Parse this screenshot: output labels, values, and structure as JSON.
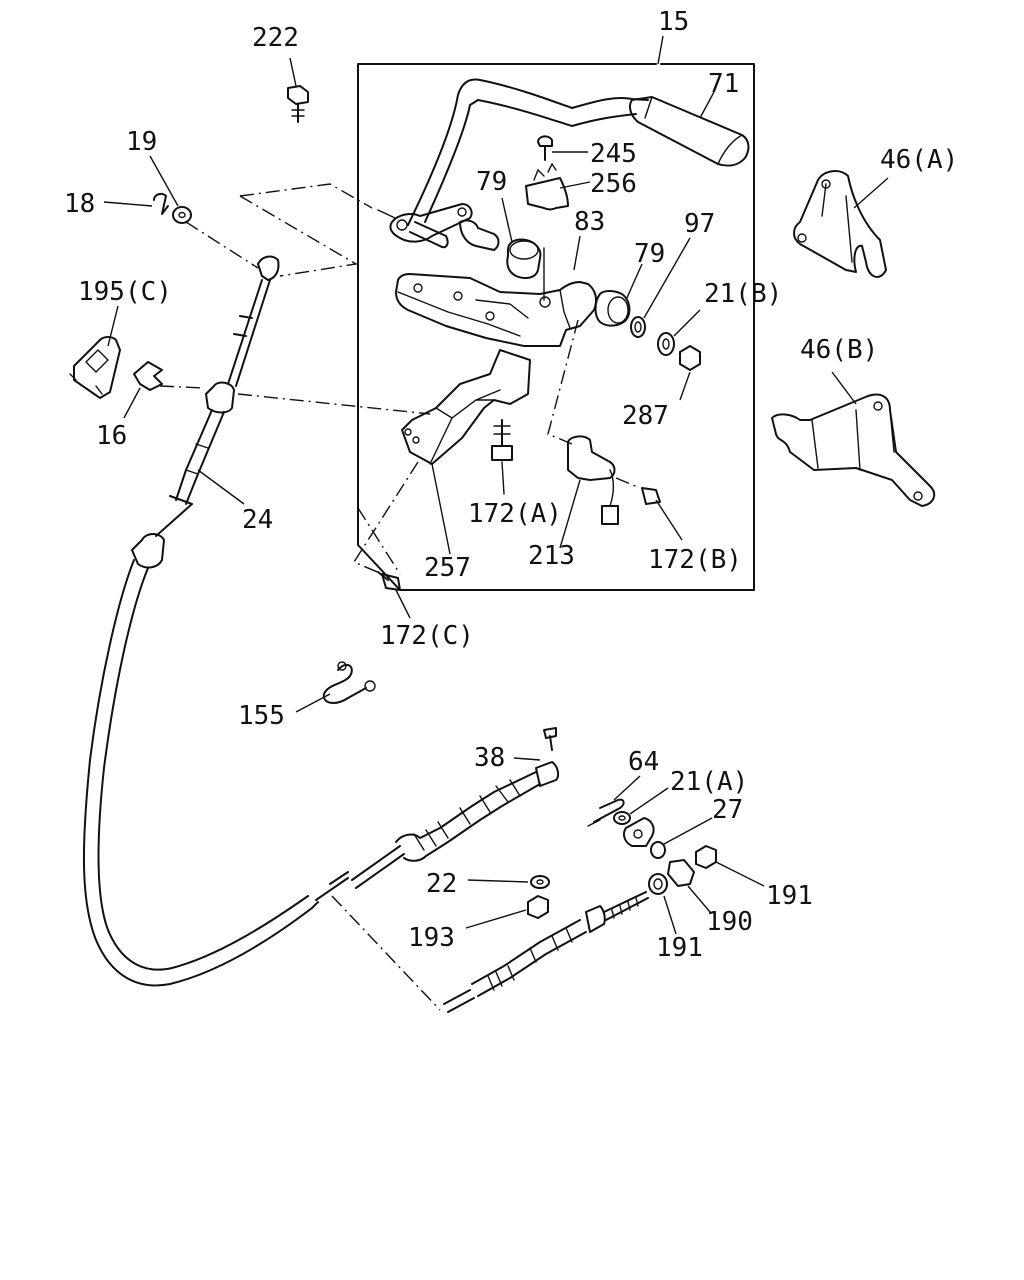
{
  "callouts": {
    "p15": "15",
    "p71": "71",
    "p222": "222",
    "p245": "245",
    "p256": "256",
    "p79a": "79",
    "p83": "83",
    "p79b": "79",
    "p97": "97",
    "p21b": "21(B)",
    "p287": "287",
    "p46a": "46(A)",
    "p46b": "46(B)",
    "p19": "19",
    "p18": "18",
    "p195c": "195(C)",
    "p16": "16",
    "p24": "24",
    "p172a": "172(A)",
    "p213": "213",
    "p172b": "172(B)",
    "p257": "257",
    "p172c": "172(C)",
    "p155": "155",
    "p38": "38",
    "p64": "64",
    "p21a": "21(A)",
    "p27": "27",
    "p22": "22",
    "p193": "193",
    "p191a": "191",
    "p190": "190",
    "p191b": "191"
  }
}
